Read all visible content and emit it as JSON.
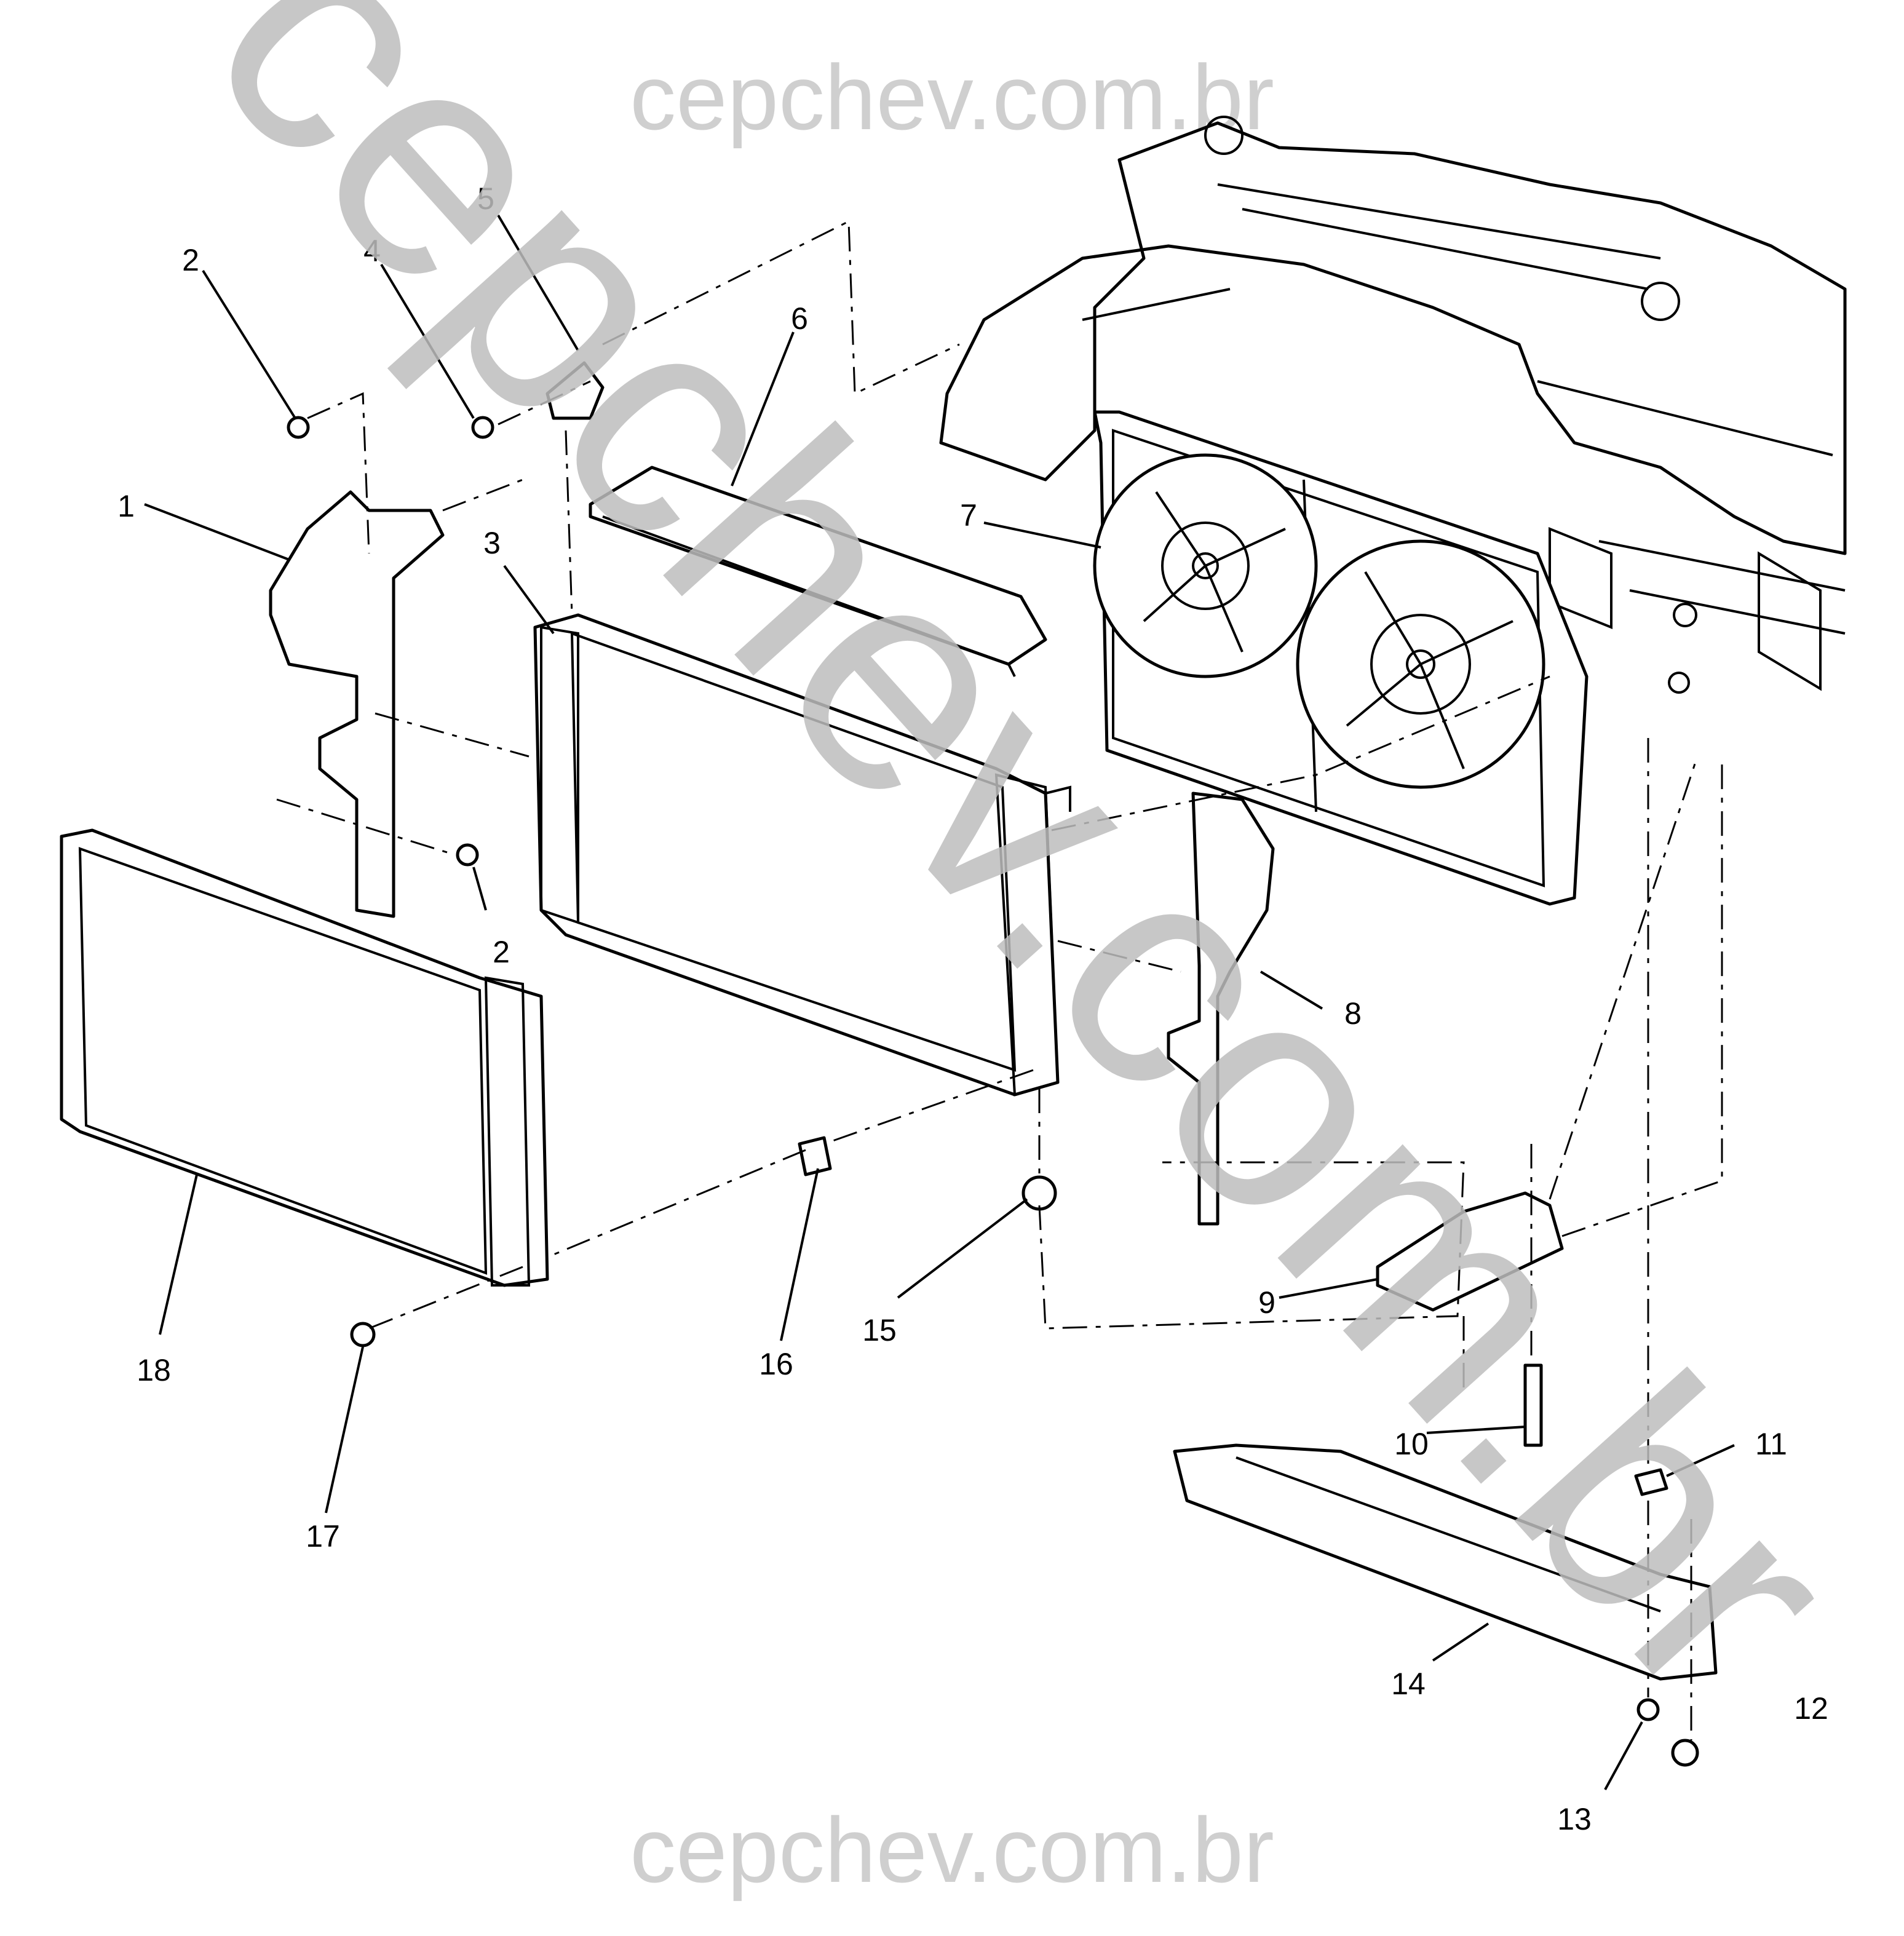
{
  "watermark": {
    "top": "cepchev.com.br",
    "bottom": "cepchev.com.br",
    "diagonal": "cepchev.com.br"
  },
  "callouts": {
    "c1": "1",
    "c2a": "2",
    "c2b": "2",
    "c3": "3",
    "c4": "4",
    "c5": "5",
    "c6": "6",
    "c7": "7",
    "c8": "8",
    "c9": "9",
    "c10": "10",
    "c11": "11",
    "c12": "12",
    "c13": "13",
    "c14": "14",
    "c15": "15",
    "c16": "16",
    "c17": "17",
    "c18": "18"
  }
}
